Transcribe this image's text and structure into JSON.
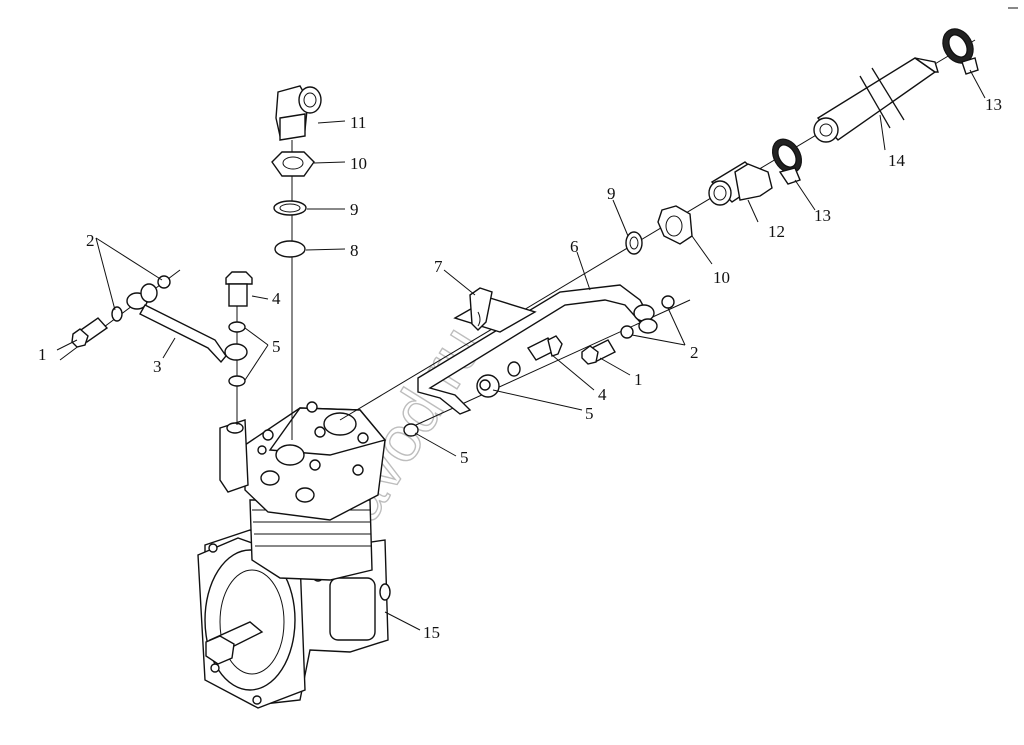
{
  "callouts": {
    "c1a": "1",
    "c1b": "1",
    "c2a": "2",
    "c2b": "2",
    "c3": "3",
    "c4a": "4",
    "c4b": "4",
    "c5a": "5",
    "c5b": "5",
    "c5c": "5",
    "c6": "6",
    "c7": "7",
    "c8": "8",
    "c9a": "9",
    "c9b": "9",
    "c10a": "10",
    "c10b": "10",
    "c11": "11",
    "c12": "12",
    "c13a": "13",
    "c13b": "13",
    "c14": "14",
    "c15": "15"
  },
  "watermark": "zapzavod.ru",
  "colors": {
    "line": "#111111",
    "watermark": "#bdbdbd",
    "background": "#ffffff"
  }
}
